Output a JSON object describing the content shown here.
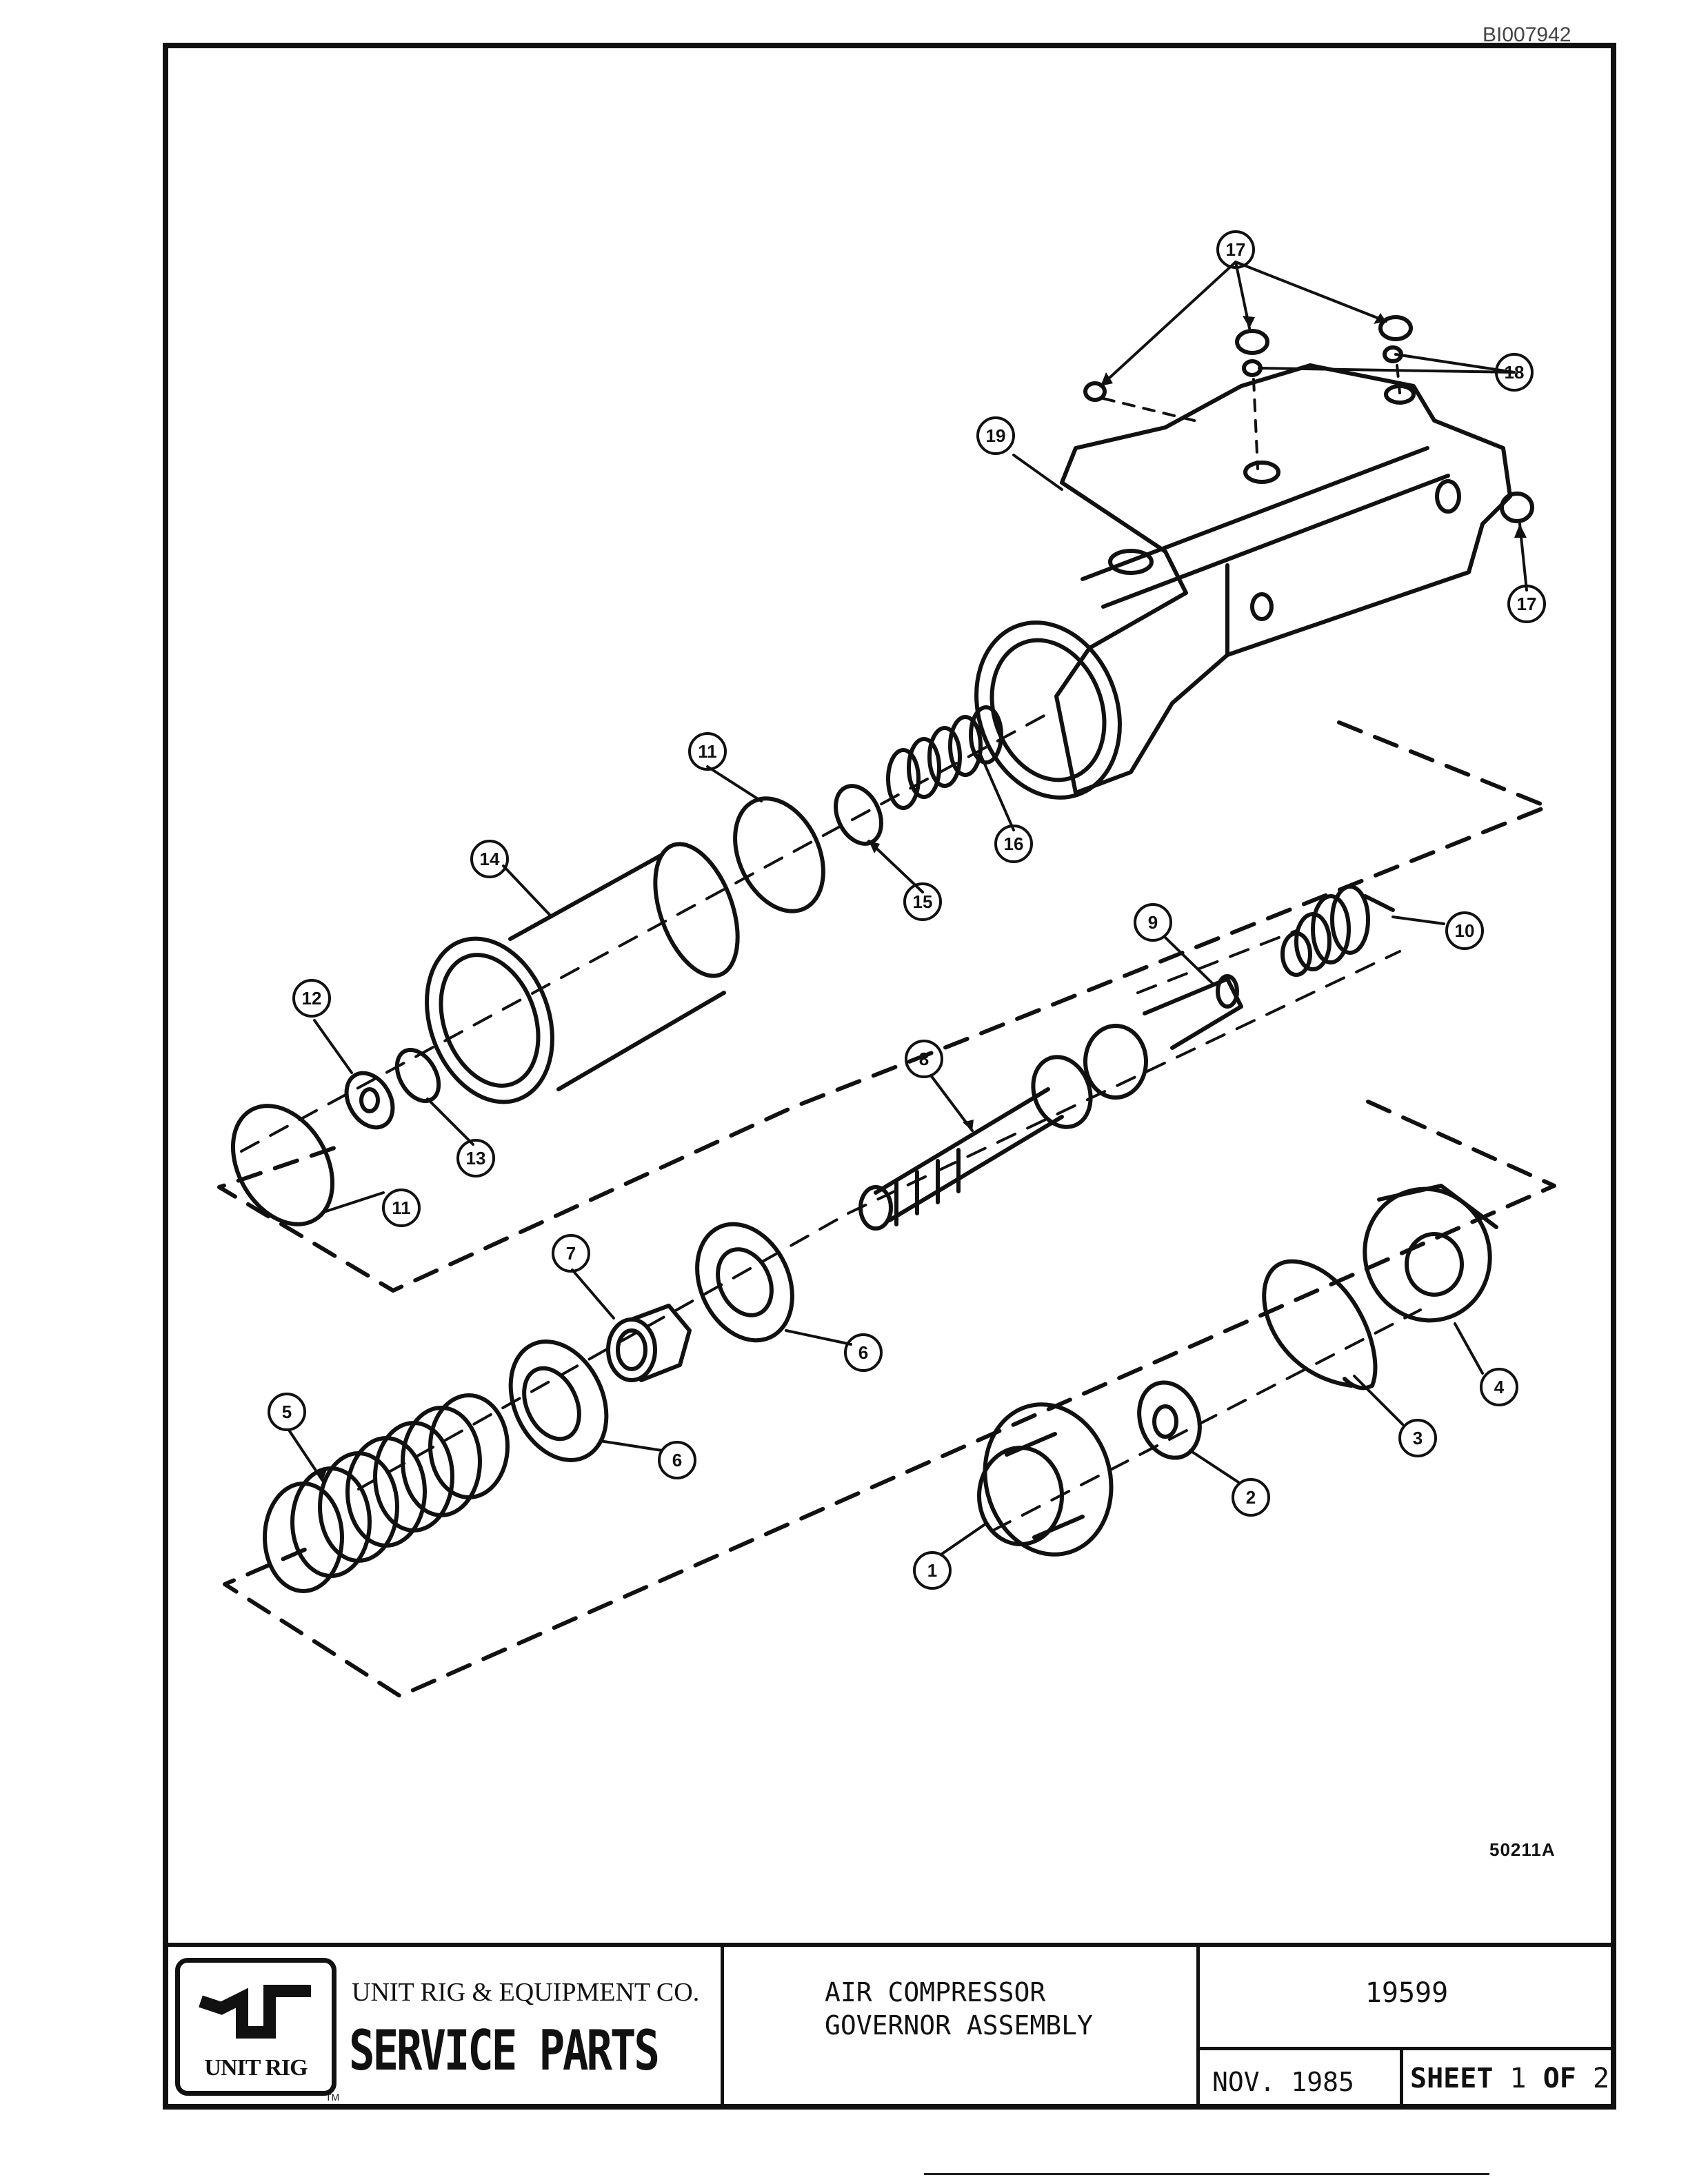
{
  "document": {
    "id_code": "BI007942",
    "drawing_number": "50211A"
  },
  "callouts": [
    "1",
    "2",
    "3",
    "4",
    "5",
    "6",
    "6",
    "7",
    "8",
    "9",
    "10",
    "11",
    "11",
    "12",
    "13",
    "14",
    "15",
    "16",
    "17",
    "17",
    "18",
    "19"
  ],
  "title_block": {
    "logo_text": "UNIT RIG",
    "trademark": "TM",
    "company": "UNIT RIG & EQUIPMENT CO.",
    "service_label": "SERVICE PARTS",
    "title_line_1": "AIR COMPRESSOR",
    "title_line_2": "GOVERNOR ASSEMBLY",
    "part_number": "19599",
    "date": "NOV. 1985",
    "sheet_label": "SHEET",
    "sheet_number": "1",
    "sheet_of": "OF",
    "sheet_total": "2"
  }
}
